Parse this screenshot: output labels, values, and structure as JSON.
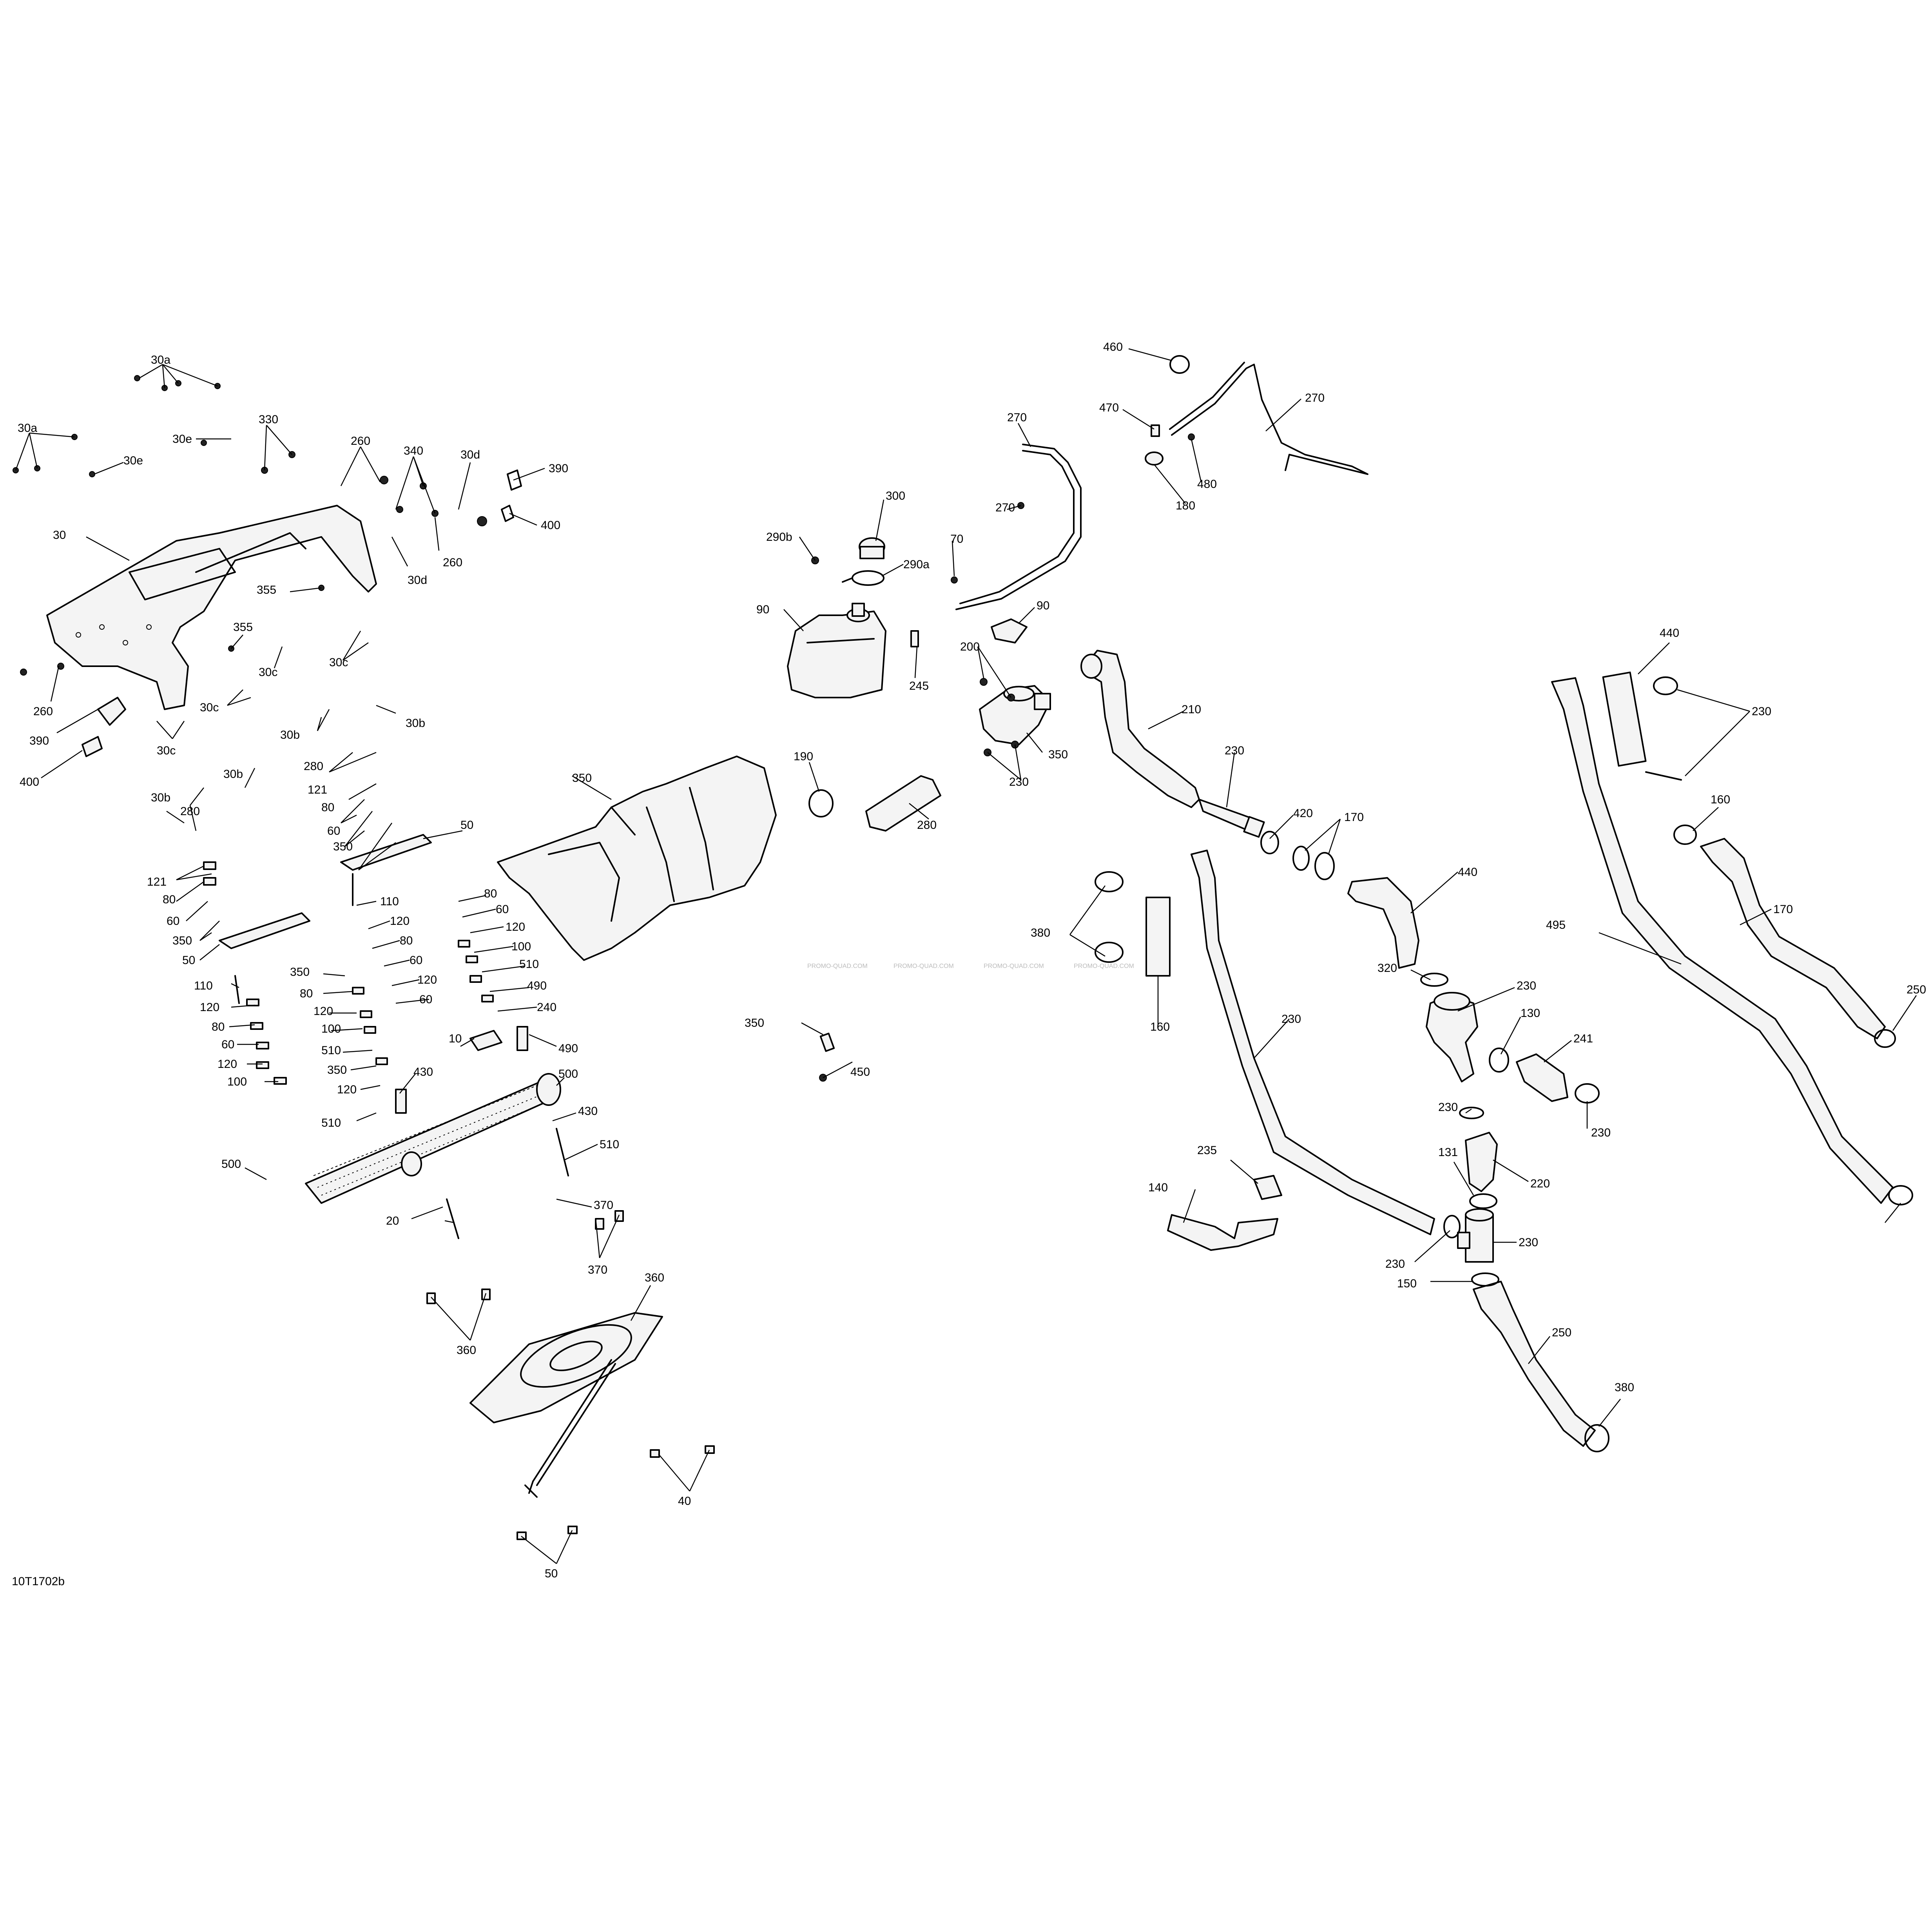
{
  "drawing_number": "10T1702b",
  "watermark": "PROMO-QUAD.COM",
  "callouts": [
    {
      "id": "c1",
      "text": "30a"
    },
    {
      "id": "c2",
      "text": "30a"
    },
    {
      "id": "c3",
      "text": "30e"
    },
    {
      "id": "c4",
      "text": "30e"
    },
    {
      "id": "c5",
      "text": "330"
    },
    {
      "id": "c6",
      "text": "260"
    },
    {
      "id": "c7",
      "text": "340"
    },
    {
      "id": "c8",
      "text": "30d"
    },
    {
      "id": "c9",
      "text": "390"
    },
    {
      "id": "c10",
      "text": "400"
    },
    {
      "id": "c11",
      "text": "30"
    },
    {
      "id": "c12",
      "text": "260"
    },
    {
      "id": "c13",
      "text": "30d"
    },
    {
      "id": "c14",
      "text": "355"
    },
    {
      "id": "c15",
      "text": "355"
    },
    {
      "id": "c16",
      "text": "30c"
    },
    {
      "id": "c17",
      "text": "30c"
    },
    {
      "id": "c18",
      "text": "30c"
    },
    {
      "id": "c19",
      "text": "30c"
    },
    {
      "id": "c20",
      "text": "260"
    },
    {
      "id": "c21",
      "text": "390"
    },
    {
      "id": "c22",
      "text": "400"
    },
    {
      "id": "c23",
      "text": "30b"
    },
    {
      "id": "c24",
      "text": "30b"
    },
    {
      "id": "c25",
      "text": "280"
    },
    {
      "id": "c26",
      "text": "30b"
    },
    {
      "id": "c27",
      "text": "121"
    },
    {
      "id": "c28",
      "text": "30b"
    },
    {
      "id": "c29",
      "text": "80"
    },
    {
      "id": "c30",
      "text": "60"
    },
    {
      "id": "c31",
      "text": "350"
    },
    {
      "id": "c32",
      "text": "280"
    },
    {
      "id": "c33",
      "text": "50"
    },
    {
      "id": "c34",
      "text": "121"
    },
    {
      "id": "c35",
      "text": "80"
    },
    {
      "id": "c36",
      "text": "60"
    },
    {
      "id": "c37",
      "text": "350"
    },
    {
      "id": "c38",
      "text": "50"
    },
    {
      "id": "c39",
      "text": "110"
    },
    {
      "id": "c40",
      "text": "120"
    },
    {
      "id": "c41",
      "text": "80"
    },
    {
      "id": "c42",
      "text": "60"
    },
    {
      "id": "c43",
      "text": "120"
    },
    {
      "id": "c44",
      "text": "100"
    },
    {
      "id": "c45",
      "text": "110"
    },
    {
      "id": "c46",
      "text": "120"
    },
    {
      "id": "c47",
      "text": "80"
    },
    {
      "id": "c48",
      "text": "60"
    },
    {
      "id": "c49",
      "text": "350"
    },
    {
      "id": "c50",
      "text": "120"
    },
    {
      "id": "c51",
      "text": "80"
    },
    {
      "id": "c52",
      "text": "60"
    },
    {
      "id": "c53",
      "text": "120"
    },
    {
      "id": "c54",
      "text": "100"
    },
    {
      "id": "c55",
      "text": "510"
    },
    {
      "id": "c56",
      "text": "350"
    },
    {
      "id": "c57",
      "text": "120"
    },
    {
      "id": "c58",
      "text": "80"
    },
    {
      "id": "c59",
      "text": "60"
    },
    {
      "id": "c60",
      "text": "120"
    },
    {
      "id": "c61",
      "text": "100"
    },
    {
      "id": "c62",
      "text": "510"
    },
    {
      "id": "c63",
      "text": "490"
    },
    {
      "id": "c64",
      "text": "240"
    },
    {
      "id": "c65",
      "text": "490"
    },
    {
      "id": "c66",
      "text": "430"
    },
    {
      "id": "c67",
      "text": "10"
    },
    {
      "id": "c68",
      "text": "510"
    },
    {
      "id": "c69",
      "text": "500"
    },
    {
      "id": "c70",
      "text": "430"
    },
    {
      "id": "c71",
      "text": "510"
    },
    {
      "id": "c72",
      "text": "500"
    },
    {
      "id": "c73",
      "text": "370"
    },
    {
      "id": "c74",
      "text": "20"
    },
    {
      "id": "c75",
      "text": "370"
    },
    {
      "id": "c76",
      "text": "360"
    },
    {
      "id": "c77",
      "text": "360"
    },
    {
      "id": "c78",
      "text": "40"
    },
    {
      "id": "c79",
      "text": "50"
    },
    {
      "id": "c80",
      "text": "350"
    },
    {
      "id": "c81",
      "text": "290b"
    },
    {
      "id": "c82",
      "text": "300"
    },
    {
      "id": "c83",
      "text": "290a"
    },
    {
      "id": "c84",
      "text": "90"
    },
    {
      "id": "c85",
      "text": "245"
    },
    {
      "id": "c86",
      "text": "190"
    },
    {
      "id": "c87",
      "text": "280"
    },
    {
      "id": "c88",
      "text": "350"
    },
    {
      "id": "c89",
      "text": "450"
    },
    {
      "id": "c90",
      "text": "270"
    },
    {
      "id": "c91",
      "text": "270"
    },
    {
      "id": "c92",
      "text": "70"
    },
    {
      "id": "c93",
      "text": "90"
    },
    {
      "id": "c94",
      "text": "200"
    },
    {
      "id": "c95",
      "text": "350"
    },
    {
      "id": "c96",
      "text": "230"
    },
    {
      "id": "c97",
      "text": "460"
    },
    {
      "id": "c98",
      "text": "470"
    },
    {
      "id": "c99",
      "text": "270"
    },
    {
      "id": "c100",
      "text": "480"
    },
    {
      "id": "c101",
      "text": "180"
    },
    {
      "id": "c102",
      "text": "210"
    },
    {
      "id": "c103",
      "text": "230"
    },
    {
      "id": "c104",
      "text": "420"
    },
    {
      "id": "c105",
      "text": "170"
    },
    {
      "id": "c106",
      "text": "440"
    },
    {
      "id": "c107",
      "text": "380"
    },
    {
      "id": "c108",
      "text": "160"
    },
    {
      "id": "c109",
      "text": "230"
    },
    {
      "id": "c110",
      "text": "320"
    },
    {
      "id": "c111",
      "text": "230"
    },
    {
      "id": "c112",
      "text": "130"
    },
    {
      "id": "c113",
      "text": "241"
    },
    {
      "id": "c114",
      "text": "230"
    },
    {
      "id": "c115",
      "text": "230"
    },
    {
      "id": "c116",
      "text": "131"
    },
    {
      "id": "c117",
      "text": "220"
    },
    {
      "id": "c118",
      "text": "235"
    },
    {
      "id": "c119",
      "text": "140"
    },
    {
      "id": "c120",
      "text": "230"
    },
    {
      "id": "c121",
      "text": "230"
    },
    {
      "id": "c122",
      "text": "150"
    },
    {
      "id": "c123",
      "text": "250"
    },
    {
      "id": "c124",
      "text": "380"
    },
    {
      "id": "c125",
      "text": "440"
    },
    {
      "id": "c126",
      "text": "230"
    },
    {
      "id": "c127",
      "text": "160"
    },
    {
      "id": "c128",
      "text": "170"
    },
    {
      "id": "c129",
      "text": "495"
    },
    {
      "id": "c130",
      "text": "250"
    }
  ]
}
